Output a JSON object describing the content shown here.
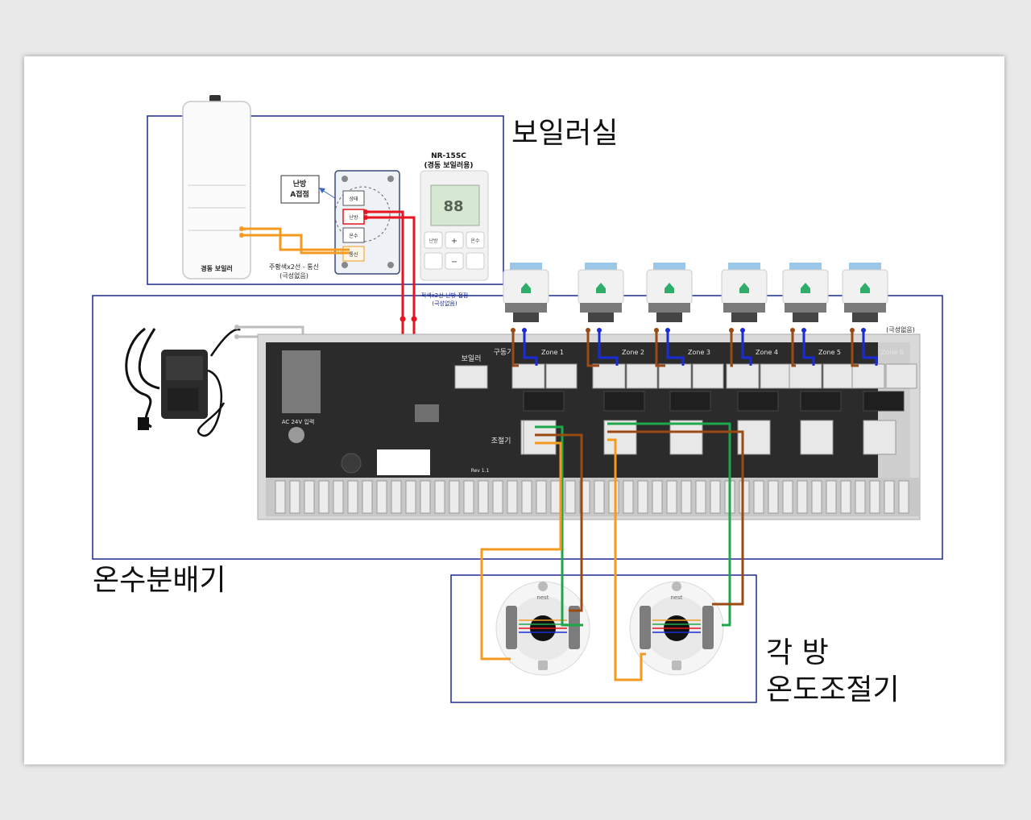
{
  "sections": {
    "boiler_room": "보일러실",
    "manifold": "온수분배기",
    "room_thermostat": [
      "각 방",
      "온도조절기"
    ]
  },
  "boiler": {
    "label": "경동 보일러"
  },
  "boiler_wire_note": [
    "주황색x2선 - 통신",
    "(극성없음)"
  ],
  "heating_contact": [
    "난방",
    "A접점"
  ],
  "relay_panel": {
    "status": "상태",
    "heating": "난방",
    "hot_water": "온수",
    "comm": "통신"
  },
  "boiler_controller": {
    "model": "NR-15SC",
    "subtitle": "(경동 보일러용)",
    "display": "88",
    "buttons": [
      "난방",
      "+",
      "온수",
      "",
      "−",
      ""
    ]
  },
  "red_wire_note": [
    "적색x2선-난방 접점",
    "(극성없음)"
  ],
  "actuator_note": "(극성없음)",
  "board_labels": {
    "boiler": "보일러",
    "thermostat": "조절기",
    "drive": "구동기",
    "power": "AC 24V 입력",
    "rev": "Rev 1.1",
    "zones": [
      "Zone 1",
      "Zone 2",
      "Zone 3",
      "Zone 4",
      "Zone 5",
      "Zone 6"
    ]
  },
  "thermostat_brand": "nest",
  "colors": {
    "frame": "#1c2a8e",
    "red": "#e8141f",
    "orange": "#f39a1f",
    "brown": "#9a4a12",
    "blue": "#1a2bd8",
    "green": "#1ea64b"
  }
}
